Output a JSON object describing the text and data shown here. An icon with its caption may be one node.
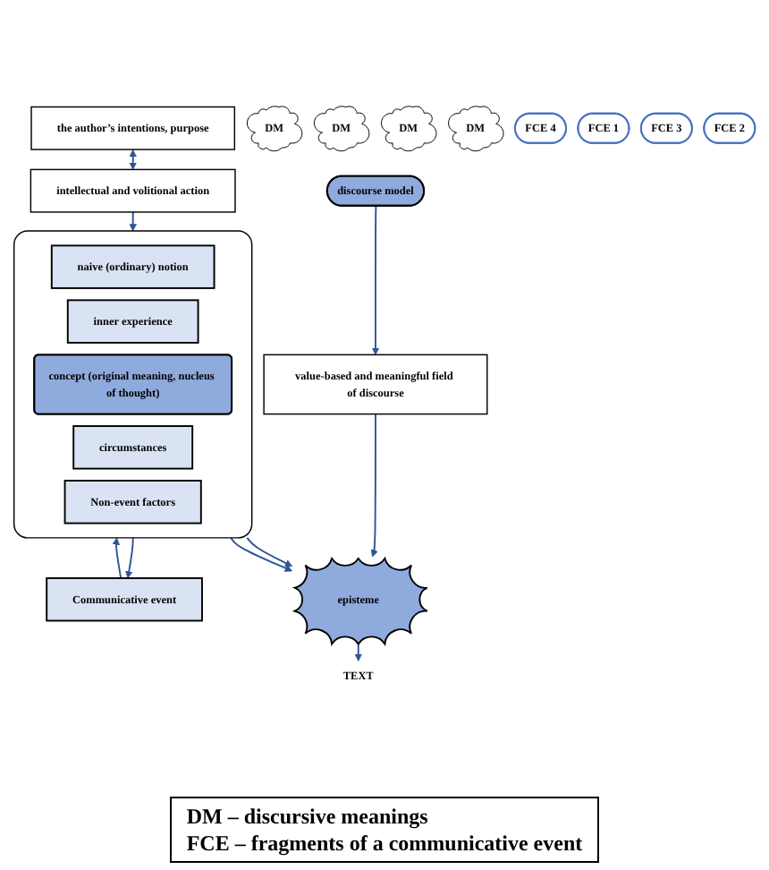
{
  "diagram": {
    "nodes": [
      {
        "text": [
          "the author’s intentions, purpose"
        ]
      },
      {
        "text": [
          "intellectual and volitional action"
        ]
      },
      {
        "text": [],
        "shape": "box"
      },
      {
        "text": [
          "naive (ordinary) notion"
        ],
        "in": 2
      },
      {
        "text": [
          "inner experience"
        ],
        "in": 2
      },
      {
        "text": [
          "concept (original meaning, nucleus of thought)"
        ],
        "in": 2
      },
      {
        "text": [
          "circumstances"
        ],
        "in": 2
      },
      {
        "text": [
          "Non-event factors"
        ],
        "in": 2
      },
      {
        "text": [
          "Communicative event"
        ]
      },
      {
        "text": [
          "discourse model"
        ]
      },
      {
        "text": [
          "DM"
        ]
      },
      {
        "text": [
          "DM"
        ]
      },
      {
        "text": [
          "DM"
        ]
      },
      {
        "text": [
          "DM"
        ]
      },
      {
        "text": [
          "value-based and meaningful field of discourse"
        ]
      },
      {
        "text": [
          "episteme"
        ]
      },
      {
        "text": [
          "FCE 4"
        ]
      },
      {
        "text": [
          "FCE 1"
        ]
      },
      {
        "text": [
          "FCE 3"
        ]
      },
      {
        "text": [
          "FCE 2"
        ]
      },
      {
        "text": [
          "TEXT"
        ]
      }
    ],
    "edges": [
      {
        "from": 0,
        "to": 1,
        "arrow": "both"
      },
      {
        "from": 1,
        "to": 2,
        "arrow": "to"
      },
      {
        "from": 2,
        "to": 8,
        "arrow": "to"
      },
      {
        "from": 8,
        "to": 2,
        "arrow": "to"
      },
      {
        "from": 9,
        "to": 14,
        "arrow": "to"
      },
      {
        "from": 2,
        "to": 15,
        "arrow": "to"
      },
      {
        "from": 2,
        "to": 15,
        "arrow": "to"
      },
      {
        "from": 14,
        "to": 15,
        "arrow": "to"
      },
      {
        "from": 15,
        "to": 20,
        "arrow": "to"
      }
    ],
    "labels": [
      "DM – discursive meanings",
      "FCE – fragments of a communicative event"
    ]
  }
}
